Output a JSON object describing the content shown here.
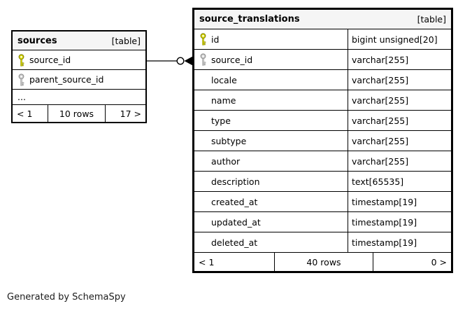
{
  "page": {
    "footer_note": "Generated by SchemaSpy"
  },
  "colors": {
    "border": "#000000",
    "header_bg": "#f5f5f5",
    "pk_key_fill": "#d9d900",
    "pk_key_stroke": "#7d7d00",
    "fk_key_fill": "#c9c9c9",
    "fk_key_stroke": "#8f8f8f"
  },
  "tables": [
    {
      "name": "sources",
      "badge": "[table]",
      "has_type_column": false,
      "columns": [
        {
          "name": "source_id",
          "type": "",
          "key": "pk"
        },
        {
          "name": "parent_source_id",
          "type": "",
          "key": "fk"
        },
        {
          "name": "...",
          "type": "",
          "key": "ellipsis"
        }
      ],
      "footer": {
        "prev": "< 1",
        "rows": "10 rows",
        "next": "17 >"
      }
    },
    {
      "name": "source_translations",
      "badge": "[table]",
      "has_type_column": true,
      "columns": [
        {
          "name": "id",
          "type": "bigint unsigned[20]",
          "key": "pk"
        },
        {
          "name": "source_id",
          "type": "varchar[255]",
          "key": "fk"
        },
        {
          "name": "locale",
          "type": "varchar[255]",
          "key": null
        },
        {
          "name": "name",
          "type": "varchar[255]",
          "key": null
        },
        {
          "name": "type",
          "type": "varchar[255]",
          "key": null
        },
        {
          "name": "subtype",
          "type": "varchar[255]",
          "key": null
        },
        {
          "name": "author",
          "type": "varchar[255]",
          "key": null
        },
        {
          "name": "description",
          "type": "text[65535]",
          "key": null
        },
        {
          "name": "created_at",
          "type": "timestamp[19]",
          "key": null
        },
        {
          "name": "updated_at",
          "type": "timestamp[19]",
          "key": null
        },
        {
          "name": "deleted_at",
          "type": "timestamp[19]",
          "key": null
        }
      ],
      "footer": {
        "prev": "< 1",
        "rows": "40 rows",
        "next": "0 >"
      }
    }
  ],
  "relationship": {
    "from_table": "sources",
    "from_column": "source_id",
    "to_table": "source_translations",
    "to_column": "source_id",
    "terminator": "open-circle-arrow"
  }
}
